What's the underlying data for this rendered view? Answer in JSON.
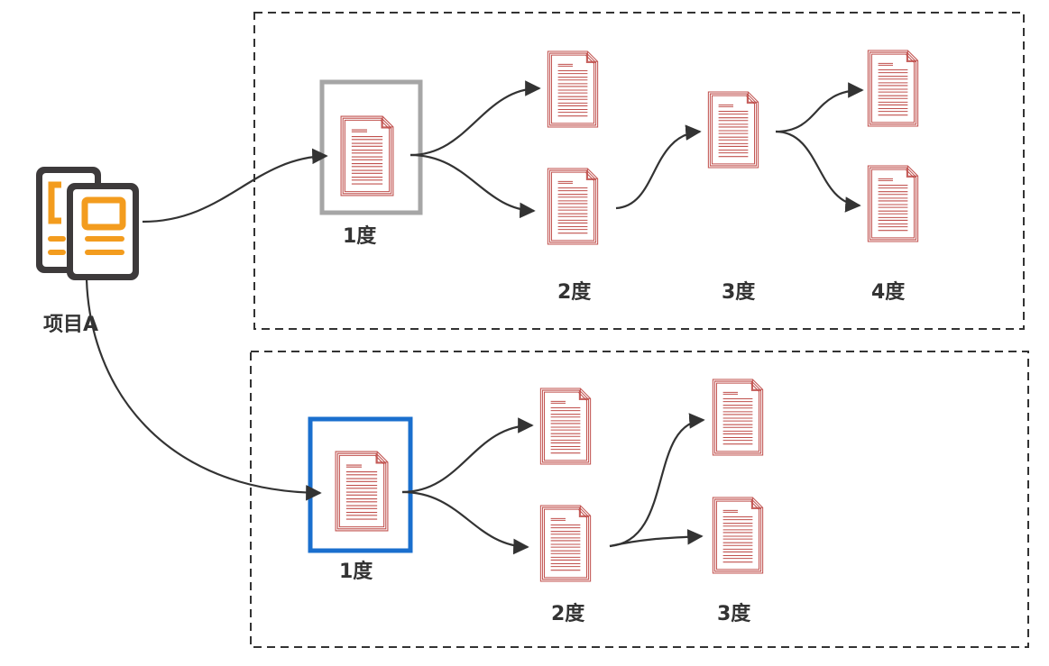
{
  "project": {
    "label": "项目A",
    "icon": "project-documents-icon"
  },
  "groups": [
    {
      "name": "upper",
      "seed_box_color": "#a6a6a6",
      "degree_labels": [
        "1度",
        "2度",
        "3度",
        "4度"
      ]
    },
    {
      "name": "lower",
      "seed_box_color": "#1a6fce",
      "degree_labels": [
        "1度",
        "2度",
        "3度"
      ]
    }
  ],
  "colors": {
    "document": "#c0504d",
    "arrow": "#333333",
    "dashed_border": "#333333",
    "icon_frame": "#3d3a3b",
    "icon_accent": "#f39c1e"
  }
}
